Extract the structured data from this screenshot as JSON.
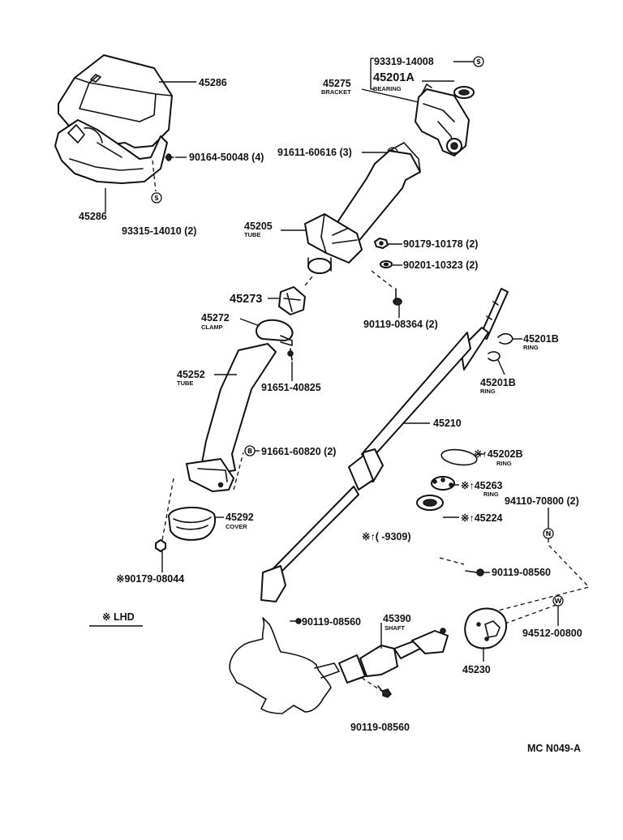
{
  "diagram_code": "MC N049-A",
  "legend": {
    "lhd": "※ LHD"
  },
  "date_note": "※↑(      -9309)",
  "symbols": {
    "S": "S",
    "B": "B",
    "N": "N",
    "W": "W"
  },
  "parts": {
    "p45286_top": "45286",
    "p45286_bottom": "45286",
    "p90164": "90164-50048 (4)",
    "p93315": "93315-14010 (2)",
    "p93319": "93319-14008",
    "p45275": "45275",
    "p45275_sub": "BRACKET",
    "p45201A": "45201A",
    "p45201A_sub": "BEARING",
    "p91611": "91611-60616 (3)",
    "p45205": "45205",
    "p45205_sub": "TUBE",
    "p90179_10178": "90179-10178 (2)",
    "p90201": "90201-10323 (2)",
    "p45273": "45273",
    "p90119_08364": "90119-08364 (2)",
    "p45272": "45272",
    "p45272_sub": "CLAMP",
    "p45201B_a": "45201B",
    "p45201B_a_sub": "RING",
    "p45201B_b": "45201B",
    "p45201B_b_sub": "RING",
    "p45252": "45252",
    "p45252_sub": "TUBE",
    "p91651": "91651-40825",
    "p45210": "45210",
    "p91661": "91661-60820 (2)",
    "p45202B": "※↑45202B",
    "p45202B_sub": "RING",
    "p45263": "※↑45263",
    "p45263_sub": "RING",
    "p94110": "94110-70800 (2)",
    "p45292": "45292",
    "p45292_sub": "COVER",
    "p45224": "※↑45224",
    "p90179_08044": "※90179-08044",
    "p90119_08560_a": "90119-08560",
    "p94512": "94512-00800",
    "p90119_08560_b": "90119-08560",
    "p45390": "45390",
    "p45390_sub": "SHAFT",
    "p45230": "45230",
    "p90119_08560_c": "90119-08560"
  }
}
